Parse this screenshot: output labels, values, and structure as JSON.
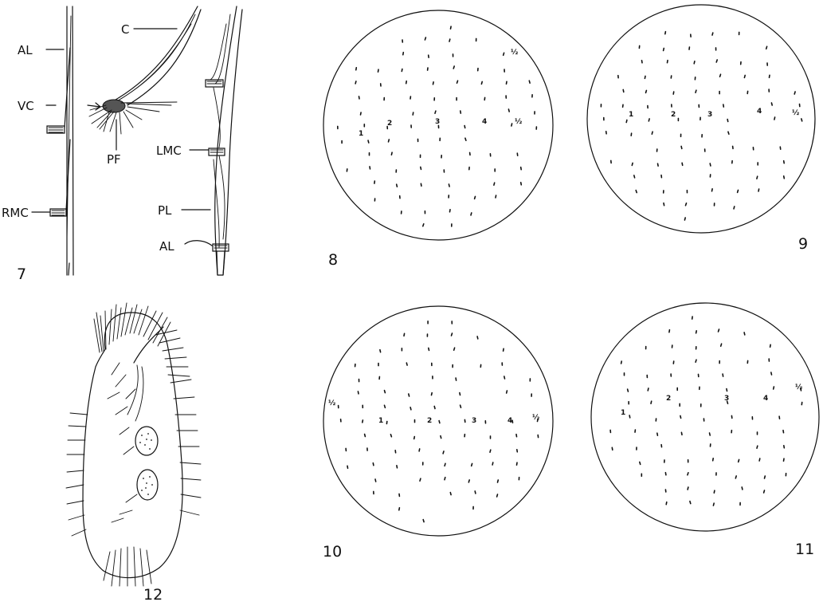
{
  "figure7": {
    "number": "7",
    "labels": {
      "al_top": "AL",
      "vc": "VC",
      "rmc": "RMC",
      "c": "C",
      "pf": "PF",
      "lmc": "LMC",
      "pl": "PL",
      "al_bottom": "AL"
    }
  },
  "silverline_figures": [
    {
      "number": "8",
      "row_labels": [
        "2",
        "3",
        "4"
      ],
      "extra_labels": [
        "1",
        "½",
        "½"
      ]
    },
    {
      "number": "9",
      "row_labels": [
        "1",
        "2",
        "3",
        "4"
      ],
      "extra_labels": [
        "½"
      ]
    },
    {
      "number": "10",
      "row_labels": [
        "1",
        "2",
        "3",
        "4"
      ],
      "extra_labels": [
        "½",
        "½"
      ]
    },
    {
      "number": "11",
      "row_labels": [
        "1",
        "2",
        "3",
        "4"
      ],
      "extra_labels": [
        "½"
      ]
    }
  ],
  "figure12": {
    "number": "12"
  }
}
